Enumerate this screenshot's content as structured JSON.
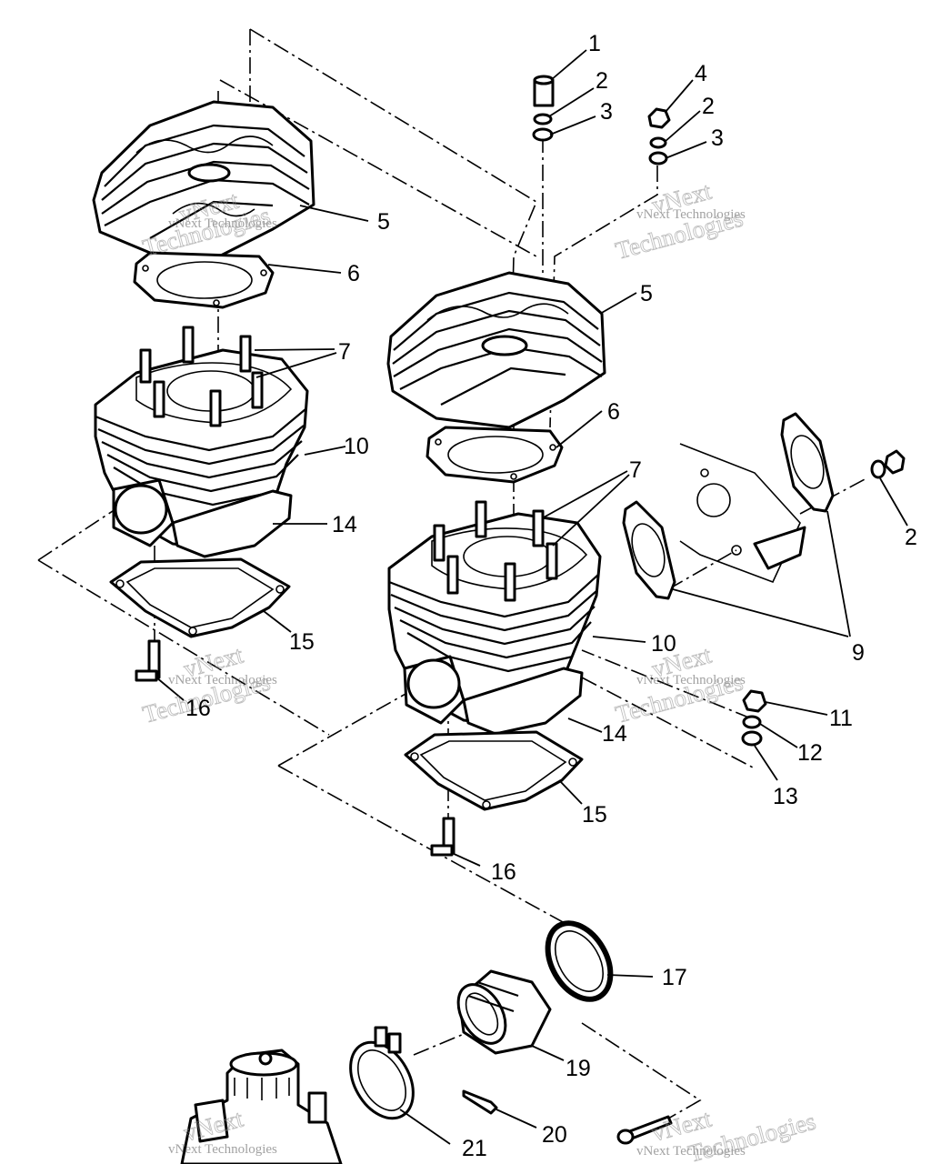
{
  "watermark": {
    "small": "vNext Technologies",
    "big_a": "vNext",
    "big_b": "Technologies"
  },
  "callouts": {
    "c1": "1",
    "c2a": "2",
    "c3a": "3",
    "c4": "4",
    "c2b": "2",
    "c3b": "3",
    "c5a": "5",
    "c6a": "6",
    "c7a": "7",
    "c10a": "10",
    "c14a": "14",
    "c15a": "15",
    "c16a": "16",
    "c5b": "5",
    "c6b": "6",
    "c7b": "7",
    "c2c": "2",
    "c9": "9",
    "c10b": "10",
    "c11": "11",
    "c12": "12",
    "c13": "13",
    "c14b": "14",
    "c15b": "15",
    "c16b": "16",
    "c17": "17",
    "c19": "19",
    "c20": "20",
    "c21": "21"
  }
}
